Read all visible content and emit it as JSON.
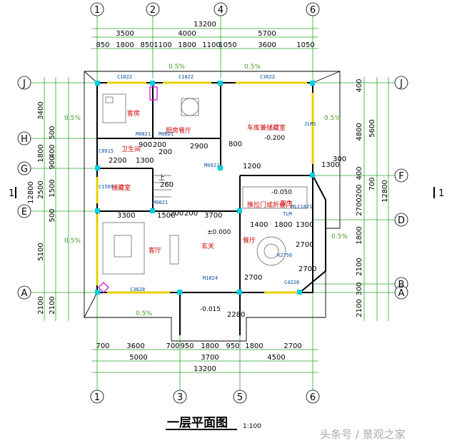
{
  "title": "一层平面图",
  "scale": "1:100",
  "watermark": "头条号 / 景观之家",
  "grid_columns_top": [
    "1",
    "2",
    "4",
    "6"
  ],
  "grid_columns_bottom": [
    "1",
    "3",
    "5",
    "6"
  ],
  "grid_rows_left": [
    "J",
    "H",
    "G",
    "E",
    "A"
  ],
  "grid_rows_right": [
    "J",
    "F",
    "D",
    "B",
    "A"
  ],
  "left_marker": "1",
  "right_marker": "1",
  "dims": {
    "top_total": "13200",
    "top_row2": [
      "3500",
      "4000",
      "5700"
    ],
    "top_row3": [
      "850",
      "1800",
      "850",
      "1100",
      "1800",
      "1100",
      "1050",
      "3600",
      "1050"
    ],
    "bottom_row1": [
      "700",
      "3600",
      "700",
      "950",
      "1800",
      "950",
      "1800",
      "2700"
    ],
    "bottom_row2": [
      "5000",
      "3700",
      "4500"
    ],
    "bottom_total": "13200",
    "left_outer": [
      "3400",
      "1800",
      "2500",
      "5100",
      "2100"
    ],
    "left_inner": [
      "500",
      "400",
      "900",
      "1500",
      "500",
      "2100"
    ],
    "left_total": "12800",
    "right_outer": [
      "4800",
      "5600",
      "2700",
      "700",
      "1800",
      "2100",
      "2100"
    ],
    "right_inner": [
      "400",
      "400",
      "200",
      "300"
    ],
    "right_total": "12800",
    "interior": [
      "800",
      "2900",
      "900",
      "200",
      "200",
      "1300",
      "2200",
      "200",
      "1300",
      "3300",
      "1500",
      "200",
      "3700",
      "1400",
      "1800",
      "1300",
      "1200",
      "300",
      "260",
      "2700",
      "2700",
      "2280",
      "2700"
    ]
  },
  "rooms": {
    "guest": "客房",
    "kitchen": "厨房餐厅",
    "storage": "车库兼储藏室",
    "bath": "卫生间",
    "utility": "储藏室",
    "living": "客厅",
    "foyer": "玄关",
    "dining": "餐厅",
    "bath2": "卫生",
    "door_note": "推拉门或折叠门"
  },
  "levels": {
    "garage": "-0.200",
    "bath2": "-0.050",
    "main": "±0.000",
    "porch": "-0.015",
    "up": "上"
  },
  "tags": [
    "C1822",
    "C1822",
    "C3622",
    "JLM1",
    "M0821",
    "M0821",
    "C0915",
    "M0921",
    "C1509",
    "M0821",
    "MLC1821",
    "TLM",
    "C3628",
    "M1824",
    "C4228",
    "R2750"
  ],
  "slopes": [
    "0.5%",
    "0.5%",
    "0.5%",
    "0.5%",
    "0.5%",
    "0.5%",
    "0.5%"
  ]
}
